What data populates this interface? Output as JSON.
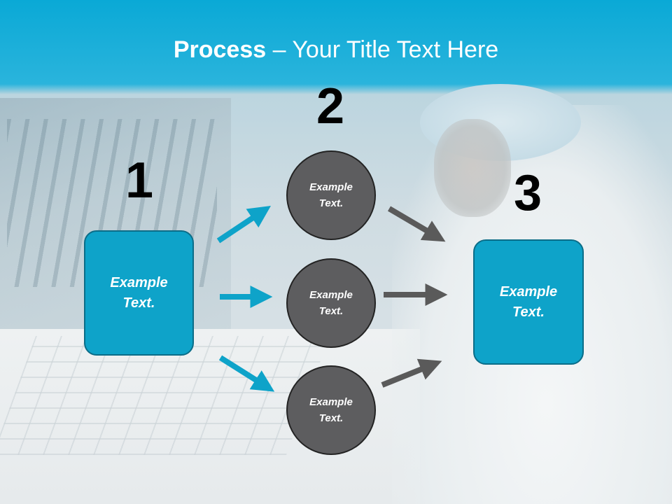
{
  "title": {
    "bold": "Process",
    "rest": " – Your Title Text Here"
  },
  "numbers": {
    "step1": "1",
    "step2": "2",
    "step3": "3"
  },
  "left_box": {
    "line1": "Example",
    "line2": "Text."
  },
  "right_box": {
    "line1": "Example",
    "line2": "Text."
  },
  "circles": [
    {
      "line1": "Example",
      "line2": "Text."
    },
    {
      "line1": "Example",
      "line2": "Text."
    },
    {
      "line1": "Example",
      "line2": "Text."
    }
  ],
  "colors": {
    "accent_blue": "#0ea3c9",
    "circle_gray": "#5d5d5f",
    "arrow_gray": "#5a5a5a",
    "header": "#0aa9d6"
  }
}
